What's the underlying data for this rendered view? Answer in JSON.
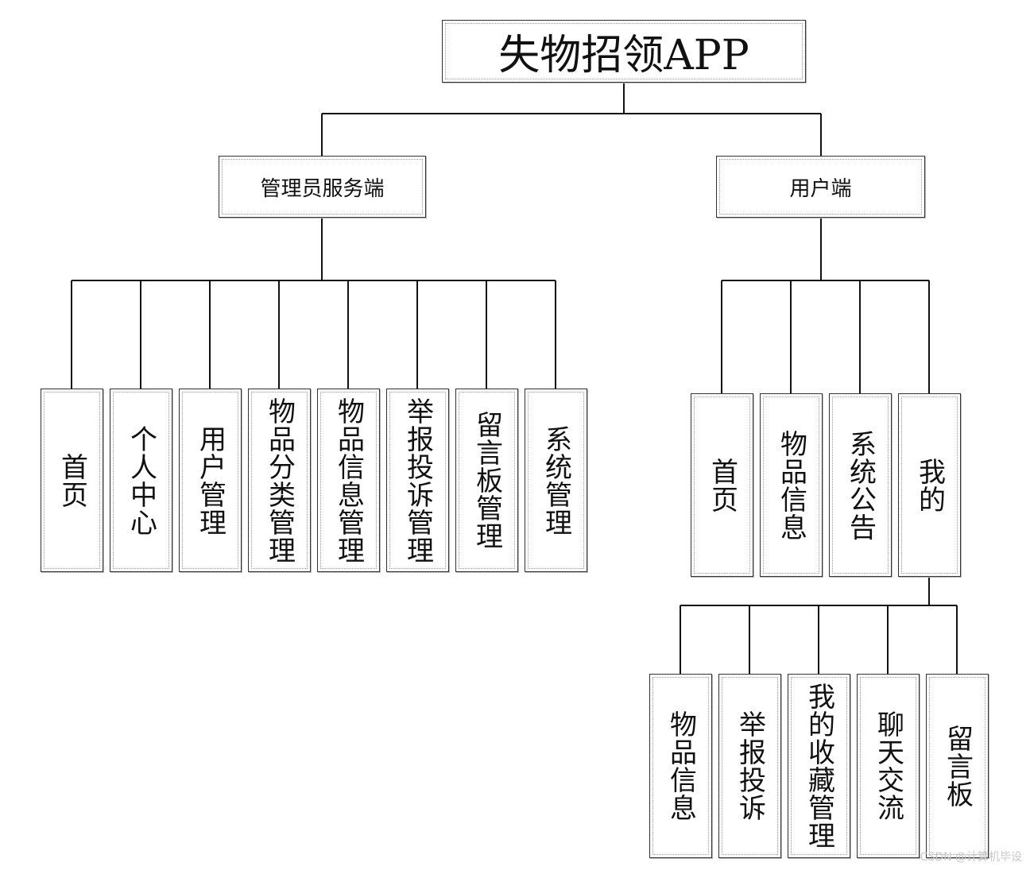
{
  "root": {
    "title": "失物招领APP"
  },
  "admin": {
    "title": "管理员服务端",
    "items": [
      "首页",
      "个人中心",
      "用户管理",
      "物品分类管理",
      "物品信息管理",
      "举报投诉管理",
      "留言板管理",
      "系统管理"
    ]
  },
  "user": {
    "title": "用户端",
    "items": [
      "首页",
      "物品信息",
      "系统公告",
      "我的"
    ],
    "mine": {
      "items": [
        "物品信息",
        "举报投诉",
        "我的收藏管理",
        "聊天交流",
        "留言板"
      ]
    }
  },
  "watermark": "CSDN @计算机毕设"
}
